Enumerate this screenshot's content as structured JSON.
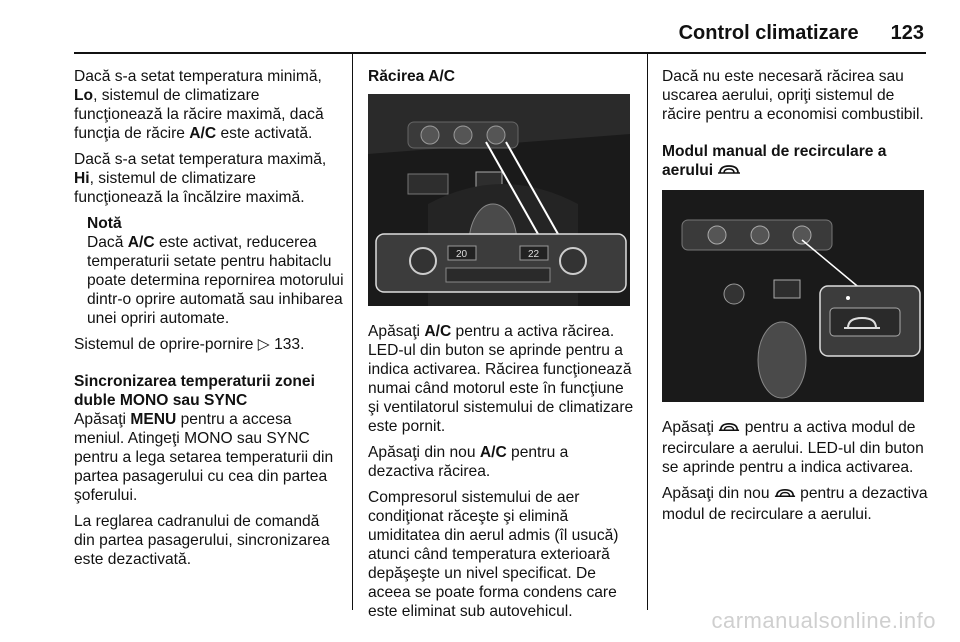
{
  "header": {
    "title": "Control climatizare",
    "page_number": "123"
  },
  "col1": {
    "p1_a": "Dacă s-a setat temperatura minimă, ",
    "p1_b": "Lo",
    "p1_c": ", sistemul de climatizare funcţionează la răcire maximă, dacă funcţia de răcire ",
    "p1_d": "A/C",
    "p1_e": " este activată.",
    "p2_a": "Dacă s-a setat temperatura maximă, ",
    "p2_b": "Hi",
    "p2_c": ", sistemul de climatizare funcţionează la încălzire maximă.",
    "note_title": "Notă",
    "note_a": "Dacă ",
    "note_b": "A/C",
    "note_c": " este activat, reducerea temperaturii setate pentru habitaclu poate determina repornirea motorului dintr-o oprire automată sau inhibarea unei opriri automate.",
    "p3_a": "Sistemul de oprire-pornire ",
    "p3_ref": "▷ 133.",
    "h_sync": "Sincronizarea temperaturii zonei duble MONO sau SYNC",
    "p4_a": "Apăsaţi ",
    "p4_b": "MENU",
    "p4_c": " pentru a accesa meniul. Atingeţi MONO sau SYNC pentru a lega setarea temperaturii din partea pasagerului cu cea din partea şoferului.",
    "p5": "La reglarea cadranului de comandă din partea pasagerului, sincronizarea este dezactivată."
  },
  "col2": {
    "h_ac": "Răcirea A/C",
    "fig_left": "20",
    "fig_right": "22",
    "p1_a": "Apăsaţi ",
    "p1_b": "A/C",
    "p1_c": " pentru a activa răcirea. LED-ul din buton se aprinde pentru a indica activarea. Răcirea funcţionează numai când motorul este în funcţiune şi ventilatorul sistemului de climatizare este pornit.",
    "p2_a": "Apăsaţi din nou ",
    "p2_b": "A/C",
    "p2_c": " pentru a dezactiva răcirea.",
    "p3": "Compresorul sistemului de aer condiţionat răceşte şi elimină umiditatea din aerul admis (îl usucă) atunci când temperatura exterioară depăşeşte un nivel specificat. De aceea se poate forma condens care este eliminat sub autovehicul."
  },
  "col3": {
    "p1": "Dacă nu este necesară răcirea sau uscarea aerului, opriţi sistemul de răcire pentru a economisi combustibil.",
    "h_recirc": "Modul manual de recirculare a aerului",
    "p2_a": "Apăsaţi ",
    "p2_c": " pentru a activa modul de recirculare a aerului. LED-ul din buton se aprinde pentru a indica activarea.",
    "p3_a": "Apăsaţi din nou ",
    "p3_c": " pentru a dezactiva modul de recirculare a aerului."
  },
  "watermark": "carmanualsonline.info"
}
